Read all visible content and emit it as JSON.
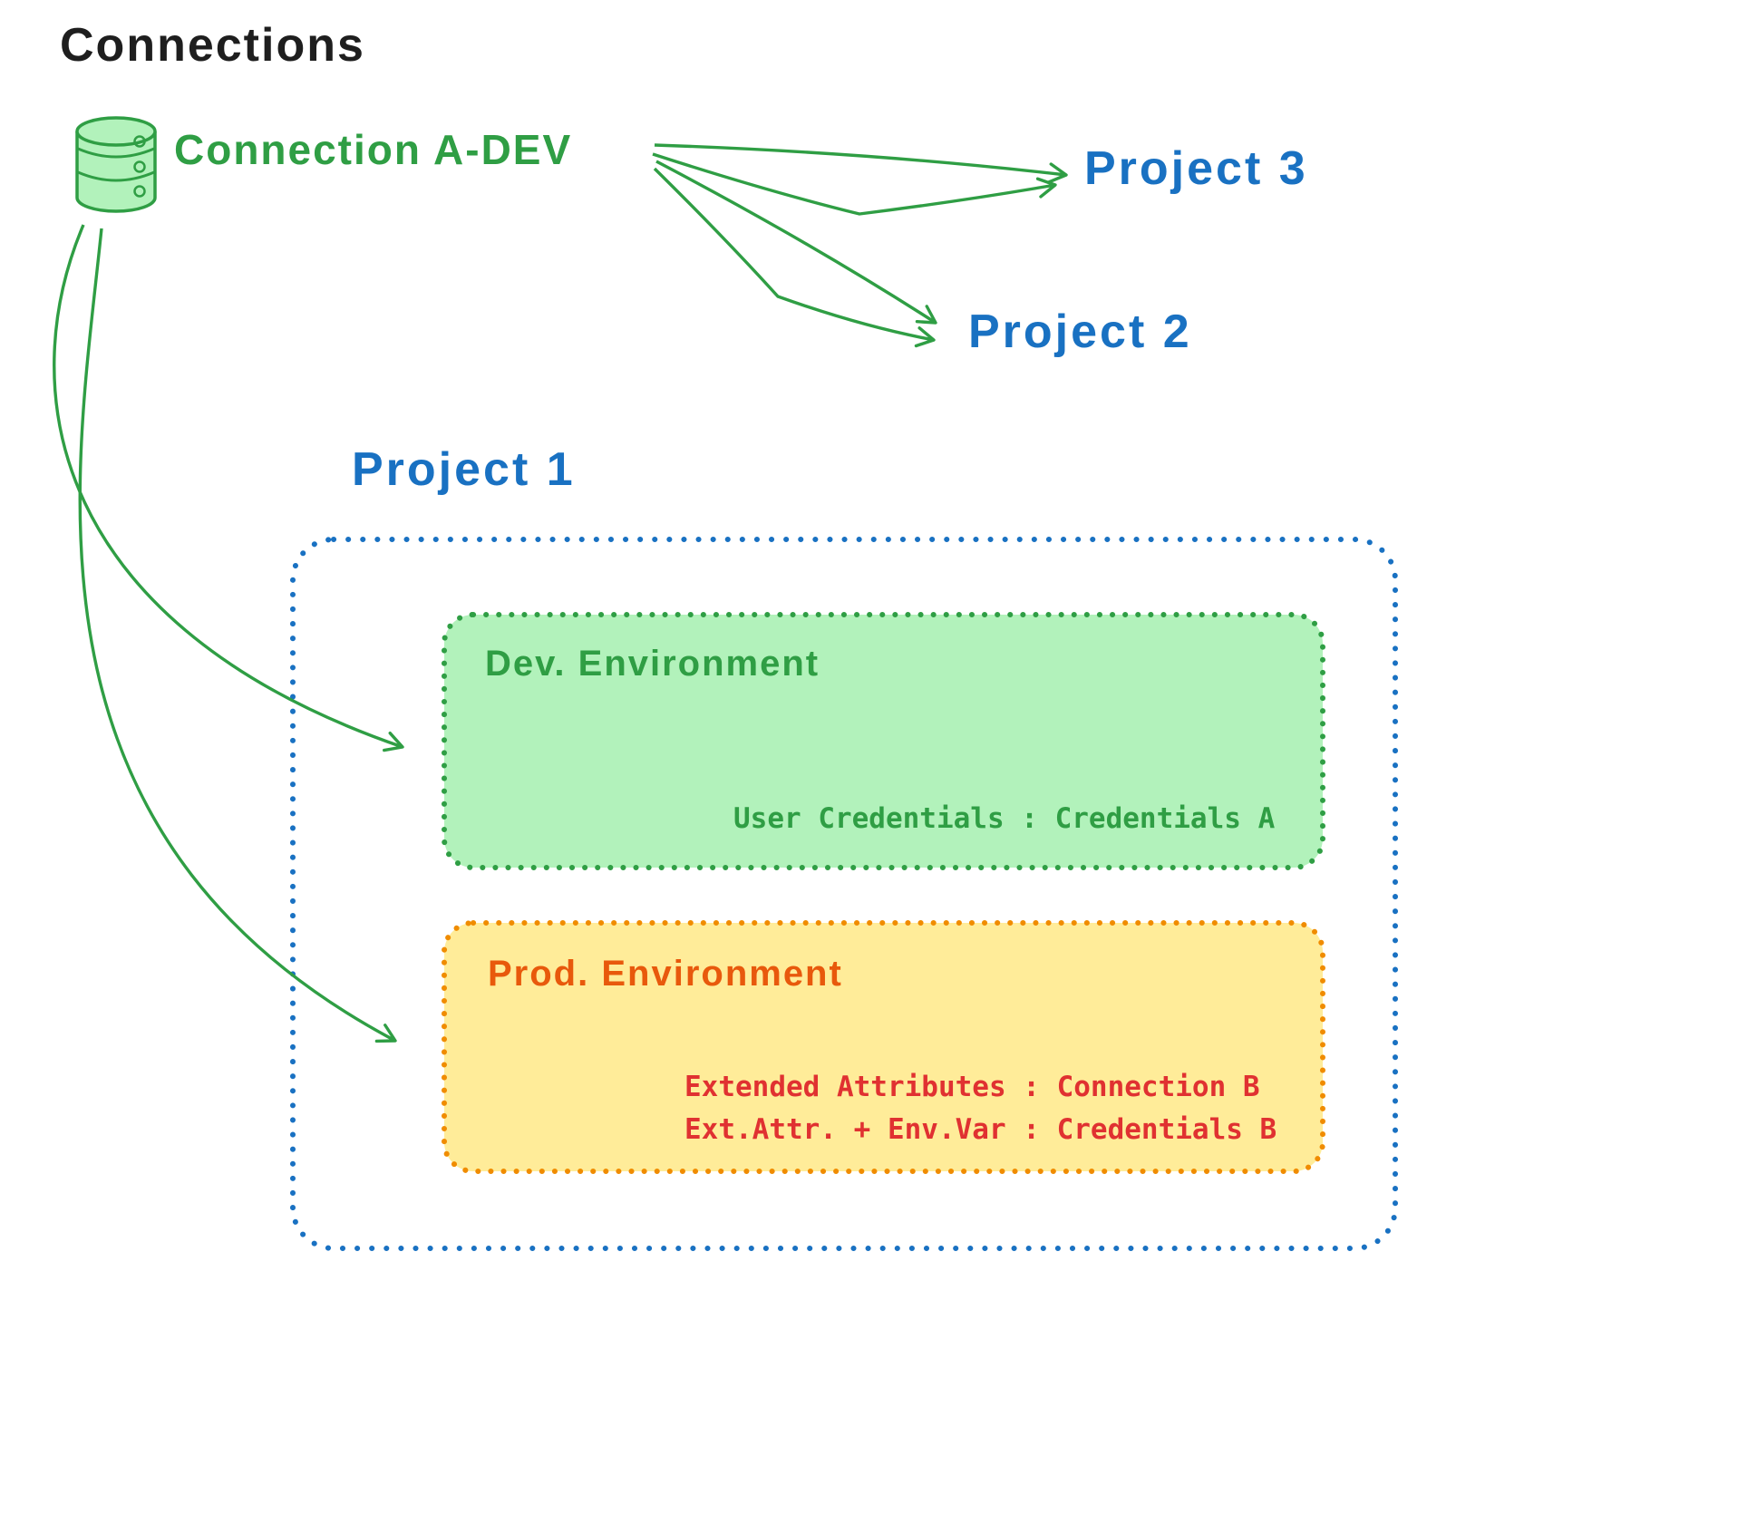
{
  "title": "Connections",
  "nodes": {
    "connection": "Connection A-DEV",
    "project1": "Project 1",
    "project2": "Project 2",
    "project3": "Project 3"
  },
  "dev_environment": {
    "title": "Dev. Environment",
    "credentials": "User Credentials : Credentials A"
  },
  "prod_environment": {
    "title": "Prod. Environment",
    "line1": "Extended Attributes : Connection B",
    "line2": "Ext.Attr. + Env.Var : Credentials B"
  },
  "icons": {
    "database": "database-icon"
  },
  "colors": {
    "green": "#2f9e44",
    "green_fill": "#b2f2bb",
    "blue": "#1971c2",
    "orange_border": "#f08c00",
    "orange_text": "#e8590c",
    "yellow_fill": "#ffec99",
    "red": "#e03131",
    "black": "#1e1e1e"
  }
}
